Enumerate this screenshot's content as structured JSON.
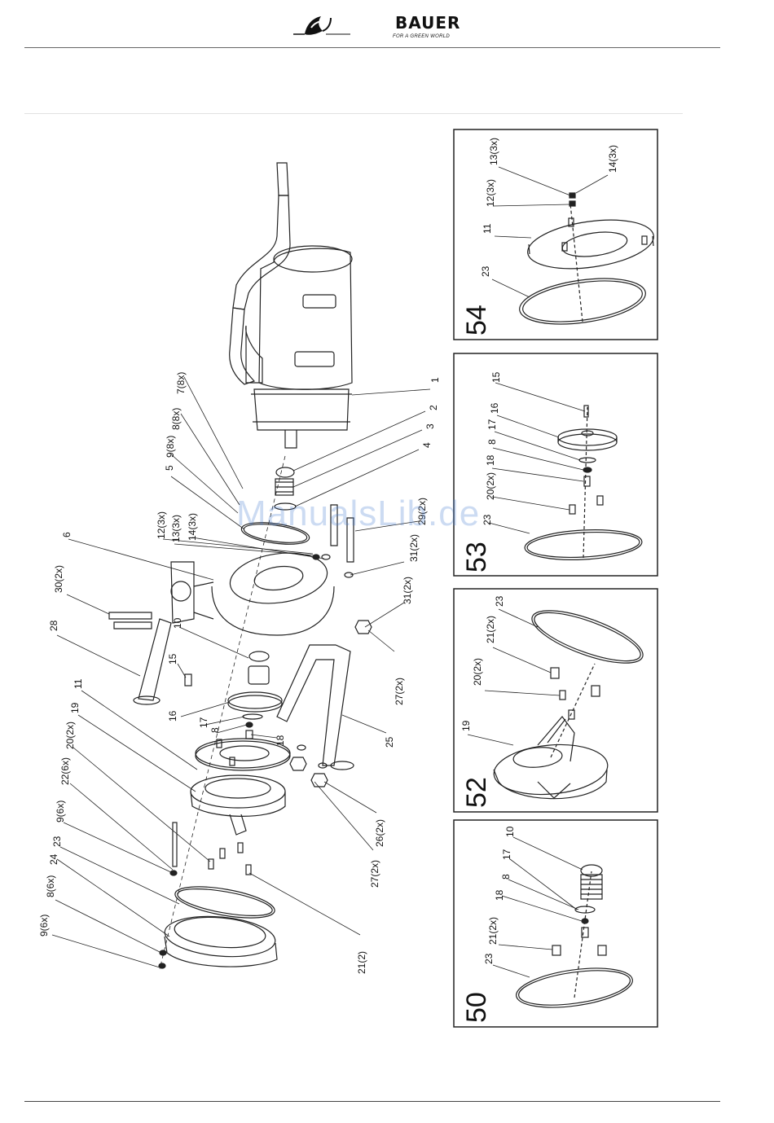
{
  "header": {
    "brand": "BAUER",
    "tagline": "FOR A GREEN WORLD"
  },
  "watermark": "ManualsLib.de",
  "panels": [
    {
      "number": "54",
      "labels": [
        "12(3x)",
        "13(3x)",
        "14(3x)",
        "11",
        "23"
      ]
    },
    {
      "number": "53",
      "labels": [
        "15",
        "16",
        "17",
        "8",
        "18",
        "20(2x)",
        "23"
      ]
    },
    {
      "number": "52",
      "labels": [
        "23",
        "21(2x)",
        "20(2x)",
        "19"
      ]
    },
    {
      "number": "50",
      "labels": [
        "10",
        "17",
        "8",
        "18",
        "21(2x)",
        "23"
      ]
    }
  ],
  "main_labels": [
    "1",
    "2",
    "3",
    "4",
    "7(8x)",
    "8(8x)",
    "9(8x)",
    "5",
    "12(3x)",
    "13(3x)",
    "14(3x)",
    "6",
    "30(2x)",
    "28",
    "15",
    "10",
    "16",
    "17",
    "8",
    "18",
    "11",
    "19",
    "20(2x)",
    "22(6x)",
    "9(6x)",
    "23",
    "24",
    "8(6x)",
    "9(6x)",
    "21(2)",
    "25",
    "26(2x)",
    "27(2x)",
    "27(2x)",
    "31(2x)",
    "31(2x)",
    "29(2x)"
  ]
}
